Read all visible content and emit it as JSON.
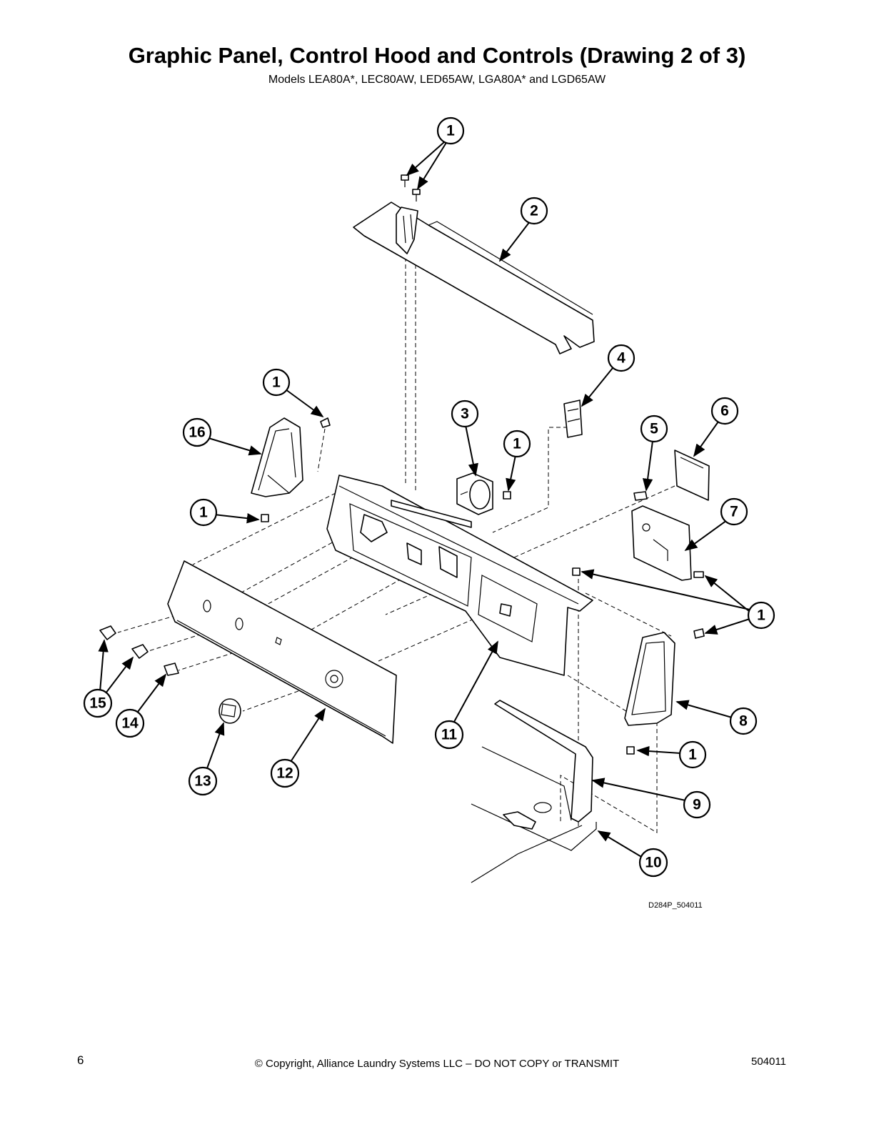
{
  "title": "Graphic Panel, Control Hood and Controls (Drawing 2 of 3)",
  "subtitle": "Models LEA80A*, LEC80AW, LED65AW, LGA80A* and LGD65AW",
  "figure_code": "D284P_504011",
  "footer": {
    "page_number": "6",
    "copyright": "© Copyright, Alliance Laundry Systems LLC – DO NOT COPY or TRANSMIT",
    "document_number": "504011"
  },
  "callouts": [
    {
      "id": "c1a",
      "label": "1"
    },
    {
      "id": "c2",
      "label": "2"
    },
    {
      "id": "c1b",
      "label": "1"
    },
    {
      "id": "c4",
      "label": "4"
    },
    {
      "id": "c16",
      "label": "16"
    },
    {
      "id": "c3",
      "label": "3"
    },
    {
      "id": "c1c",
      "label": "1"
    },
    {
      "id": "c5",
      "label": "5"
    },
    {
      "id": "c6",
      "label": "6"
    },
    {
      "id": "c1d",
      "label": "1"
    },
    {
      "id": "c7",
      "label": "7"
    },
    {
      "id": "c1e",
      "label": "1"
    },
    {
      "id": "c15",
      "label": "15"
    },
    {
      "id": "c14",
      "label": "14"
    },
    {
      "id": "c13",
      "label": "13"
    },
    {
      "id": "c12",
      "label": "12"
    },
    {
      "id": "c11",
      "label": "11"
    },
    {
      "id": "c8",
      "label": "8"
    },
    {
      "id": "c1f",
      "label": "1"
    },
    {
      "id": "c9",
      "label": "9"
    },
    {
      "id": "c10",
      "label": "10"
    }
  ]
}
